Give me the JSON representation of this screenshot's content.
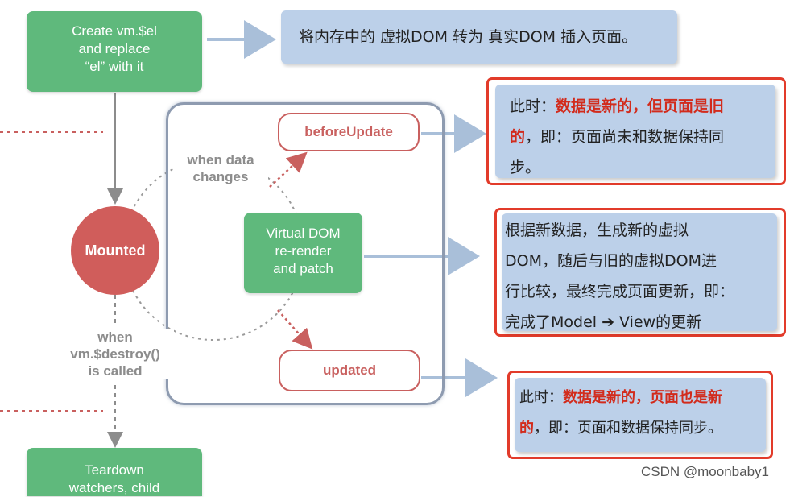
{
  "create": {
    "l1": "Create vm.$el",
    "l2": "and replace",
    "l3": "“el” with it"
  },
  "note_top": {
    "text": "将内存中的 虚拟DOM 转为 真实DOM 插入页面。"
  },
  "mounted": {
    "label": "Mounted"
  },
  "when_data": {
    "l1": "when data",
    "l2": "changes"
  },
  "before_update": {
    "label": "beforeUpdate"
  },
  "vdom": {
    "l1": "Virtual DOM",
    "l2": "re-render",
    "l3": "and patch"
  },
  "updated": {
    "label": "updated"
  },
  "when_destroy": {
    "l1": "when",
    "l2": "vm.$destroy()",
    "l3": "is called"
  },
  "teardown": {
    "l1": "Teardown",
    "l2": "watchers, child"
  },
  "note_before": {
    "p1": "此时：",
    "h1": "数据是新的，但页面是旧",
    "h2": "的",
    "p2": "，即：页面尚未和数据保持同",
    "p3": "步。"
  },
  "note_vdom": {
    "l1": "根据新数据，生成新的虚拟",
    "l2": "DOM，随后与旧的虚拟DOM进",
    "l3": "行比较，最终完成页面更新，即：",
    "l4": "完成了Model ➔ View的更新"
  },
  "note_updated": {
    "p1": "此时：",
    "h1": "数据是新的，页面也是新",
    "h2": "的",
    "p2": "，即：页面和数据保持同步。"
  },
  "watermark": "CSDN @moonbaby1",
  "colors": {
    "green": "#5fb97c",
    "red_hook": "#c9605f",
    "note_blue": "#bcd0e9",
    "highlight_red": "#e23b2a"
  }
}
